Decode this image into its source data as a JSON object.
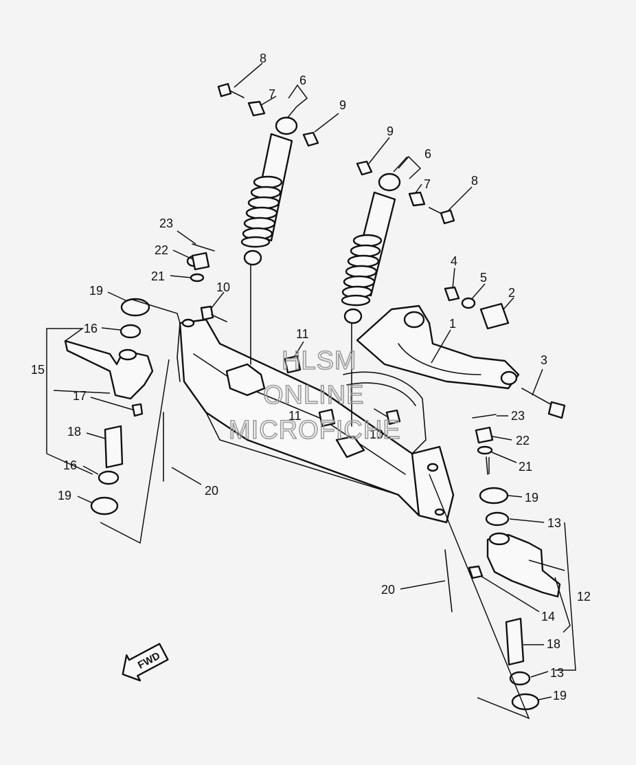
{
  "diagram": {
    "callouts": [
      {
        "id": "c8a",
        "label": "8"
      },
      {
        "id": "c6a",
        "label": "6"
      },
      {
        "id": "c7a",
        "label": "7"
      },
      {
        "id": "c9a",
        "label": "9"
      },
      {
        "id": "c9b",
        "label": "9"
      },
      {
        "id": "c6b",
        "label": "6"
      },
      {
        "id": "c7b",
        "label": "7"
      },
      {
        "id": "c8b",
        "label": "8"
      },
      {
        "id": "c23a",
        "label": "23"
      },
      {
        "id": "c22a",
        "label": "22"
      },
      {
        "id": "c21a",
        "label": "21"
      },
      {
        "id": "c10a",
        "label": "10"
      },
      {
        "id": "c19a",
        "label": "19"
      },
      {
        "id": "c16a",
        "label": "16"
      },
      {
        "id": "c15",
        "label": "15"
      },
      {
        "id": "c17",
        "label": "17"
      },
      {
        "id": "c18a",
        "label": "18"
      },
      {
        "id": "c16b",
        "label": "16"
      },
      {
        "id": "c19b",
        "label": "19"
      },
      {
        "id": "c20a",
        "label": "20"
      },
      {
        "id": "c11a",
        "label": "11"
      },
      {
        "id": "c11b",
        "label": "11"
      },
      {
        "id": "c10b",
        "label": "10"
      },
      {
        "id": "c4",
        "label": "4"
      },
      {
        "id": "c5",
        "label": "5"
      },
      {
        "id": "c2",
        "label": "2"
      },
      {
        "id": "c1",
        "label": "1"
      },
      {
        "id": "c3",
        "label": "3"
      },
      {
        "id": "c23b",
        "label": "23"
      },
      {
        "id": "c22b",
        "label": "22"
      },
      {
        "id": "c21b",
        "label": "21"
      },
      {
        "id": "c19c",
        "label": "19"
      },
      {
        "id": "c13a",
        "label": "13"
      },
      {
        "id": "c12",
        "label": "12"
      },
      {
        "id": "c14",
        "label": "14"
      },
      {
        "id": "c20b",
        "label": "20"
      },
      {
        "id": "c18b",
        "label": "18"
      },
      {
        "id": "c13b",
        "label": "13"
      },
      {
        "id": "c19d",
        "label": "19"
      }
    ],
    "direction_label": "FWD",
    "watermark_lines": [
      "HLSM",
      "ONLINE",
      "MICROFICHE"
    ]
  }
}
